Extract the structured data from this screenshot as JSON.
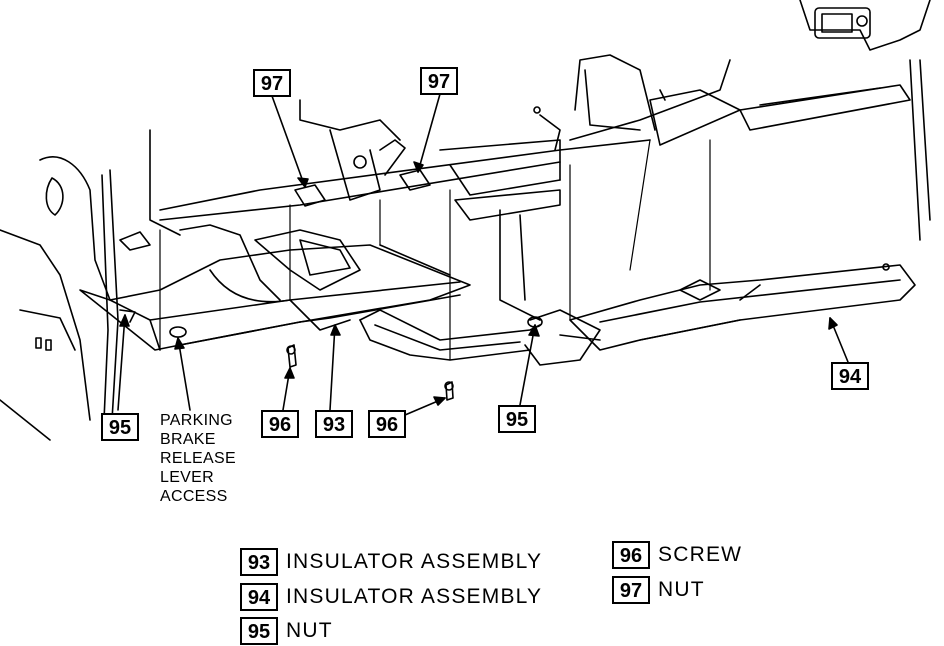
{
  "callouts": {
    "nut_97_left": "97",
    "nut_97_right": "97",
    "nut_95_left": "95",
    "nut_95_center": "95",
    "screw_96_left": "96",
    "screw_96_center": "96",
    "insulator_93": "93",
    "insulator_94": "94"
  },
  "note": {
    "line1": "PARKING",
    "line2": "BRAKE",
    "line3": "RELEASE",
    "line4": "LEVER",
    "line5": "ACCESS"
  },
  "legend": [
    {
      "num": "93",
      "label": "INSULATOR ASSEMBLY"
    },
    {
      "num": "94",
      "label": "INSULATOR ASSEMBLY"
    },
    {
      "num": "95",
      "label": "NUT"
    },
    {
      "num": "96",
      "label": "SCREW"
    },
    {
      "num": "97",
      "label": "NUT"
    }
  ]
}
